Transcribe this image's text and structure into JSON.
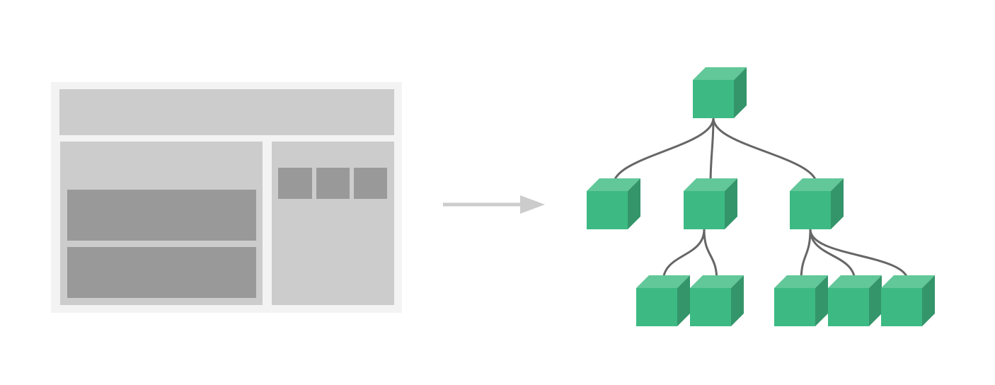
{
  "diagram": {
    "description_visible_text": "",
    "colors": {
      "background": "#ffffff",
      "wireframe_frame": "#f3f3f3",
      "wireframe_panel": "#cccccc",
      "wireframe_block": "#999999",
      "arrow": "#cccccc",
      "cube_front": "#3dba84",
      "cube_top": "#62c799",
      "cube_side": "#34956b",
      "edge": "#666666"
    },
    "icons": {
      "layout": "page-layout-wireframe-icon",
      "arrow": "arrow-right-icon",
      "node": "component-cube-icon"
    },
    "tree": {
      "nodes": [
        {
          "id": "root",
          "parent": null
        },
        {
          "id": "child-1",
          "parent": "root"
        },
        {
          "id": "child-2",
          "parent": "root"
        },
        {
          "id": "child-3",
          "parent": "root"
        },
        {
          "id": "grandchild-2-1",
          "parent": "child-2"
        },
        {
          "id": "grandchild-2-2",
          "parent": "child-2"
        },
        {
          "id": "grandchild-3-1",
          "parent": "child-3"
        },
        {
          "id": "grandchild-3-2",
          "parent": "child-3"
        },
        {
          "id": "grandchild-3-3",
          "parent": "child-3"
        }
      ]
    }
  }
}
